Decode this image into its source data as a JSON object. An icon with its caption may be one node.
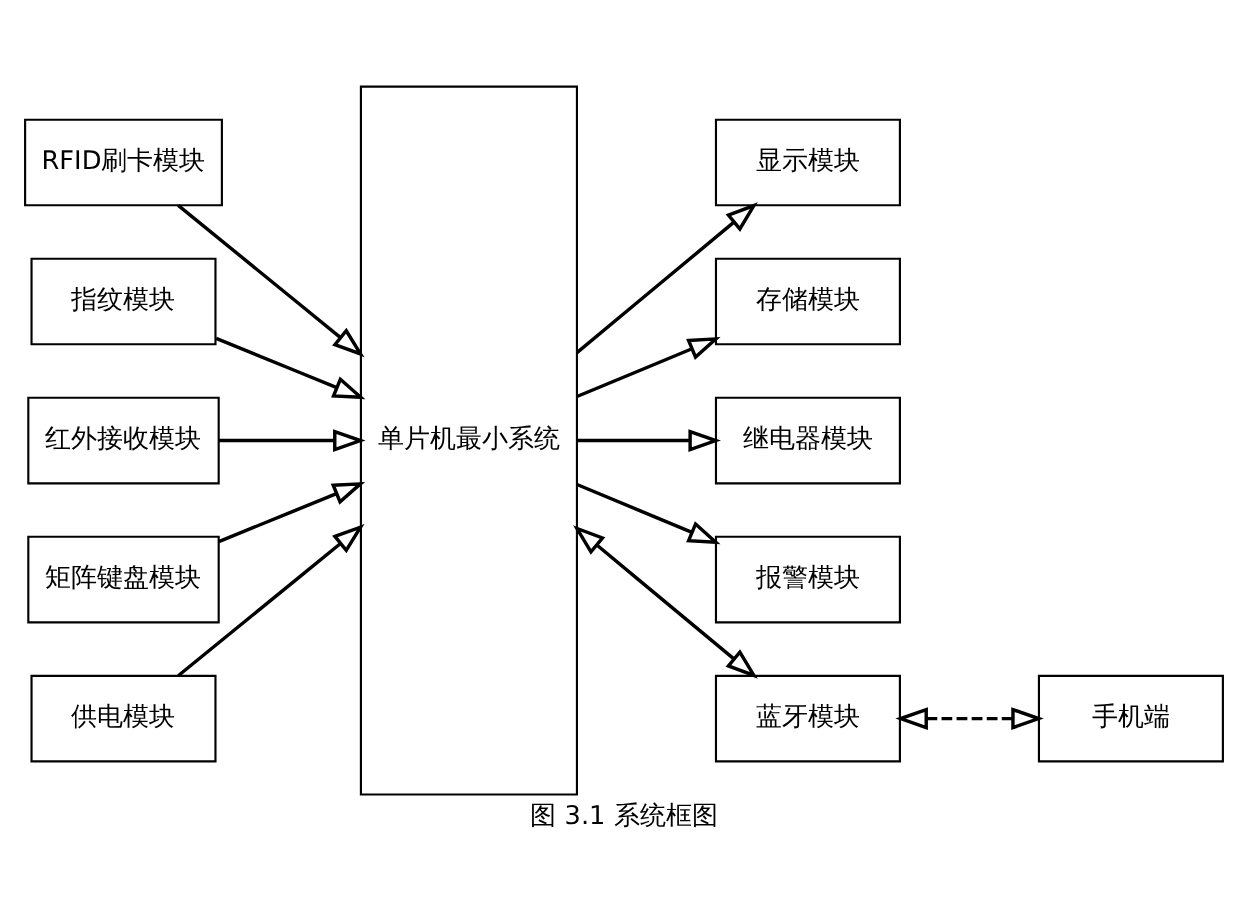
{
  "diagram": {
    "caption": "图 3.1 系统框图",
    "nodes": [
      {
        "text": [
          "RFID刷卡模块"
        ]
      },
      {
        "text": [
          "指纹模块"
        ]
      },
      {
        "text": [
          "红外接收模块"
        ]
      },
      {
        "text": [
          "矩阵键盘模块"
        ]
      },
      {
        "text": [
          "供电模块"
        ]
      },
      {
        "text": [
          "单片机最小系统"
        ]
      },
      {
        "text": [
          "显示模块"
        ]
      },
      {
        "text": [
          "存储模块"
        ]
      },
      {
        "text": [
          "继电器模块"
        ]
      },
      {
        "text": [
          "报警模块"
        ]
      },
      {
        "text": [
          "蓝牙模块"
        ]
      },
      {
        "text": [
          "手机端"
        ]
      }
    ],
    "edges": [
      {
        "from": 0,
        "to": 5,
        "arrow": "to"
      },
      {
        "from": 1,
        "to": 5,
        "arrow": "to"
      },
      {
        "from": 2,
        "to": 5,
        "arrow": "to"
      },
      {
        "from": 3,
        "to": 5,
        "arrow": "to"
      },
      {
        "from": 4,
        "to": 5,
        "arrow": "to"
      },
      {
        "from": 5,
        "to": 6,
        "arrow": "to"
      },
      {
        "from": 5,
        "to": 7,
        "arrow": "to"
      },
      {
        "from": 5,
        "to": 8,
        "arrow": "to"
      },
      {
        "from": 5,
        "to": 9,
        "arrow": "to"
      },
      {
        "from": 5,
        "to": 10,
        "arrow": "both"
      },
      {
        "from": 10,
        "to": 11,
        "arrow": "both",
        "style": "dashed"
      }
    ]
  }
}
